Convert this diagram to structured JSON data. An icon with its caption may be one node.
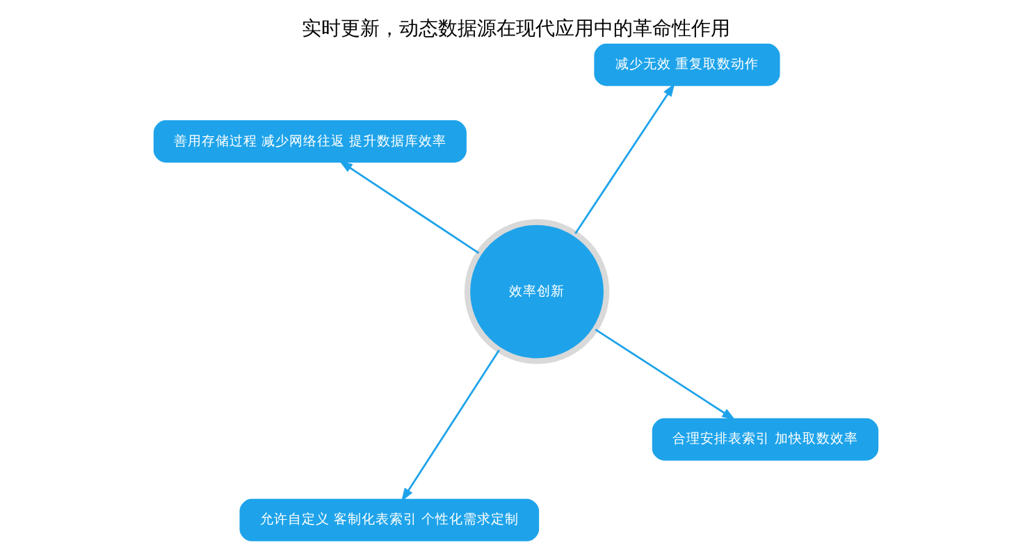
{
  "diagram": {
    "title": "实时更新，动态数据源在现代应用中的革命性作用",
    "nodes": [
      {
        "text": [
          "效率创新"
        ]
      },
      {
        "text": [
          "合理安排表索引 加快取数效率"
        ]
      },
      {
        "text": [
          "允许自定义 客制化表索引 个性化需求定制"
        ]
      },
      {
        "text": [
          "善用存储过程 减少网络往返 提升数据库效率"
        ]
      },
      {
        "text": [
          "减少无效 重复取数动作"
        ]
      }
    ],
    "edges": [
      {
        "from": 0,
        "to": 1,
        "arrow": "to"
      },
      {
        "from": 0,
        "to": 2,
        "arrow": "to"
      },
      {
        "from": 0,
        "to": 3,
        "arrow": "to"
      },
      {
        "from": 0,
        "to": 4,
        "arrow": "to"
      }
    ]
  }
}
